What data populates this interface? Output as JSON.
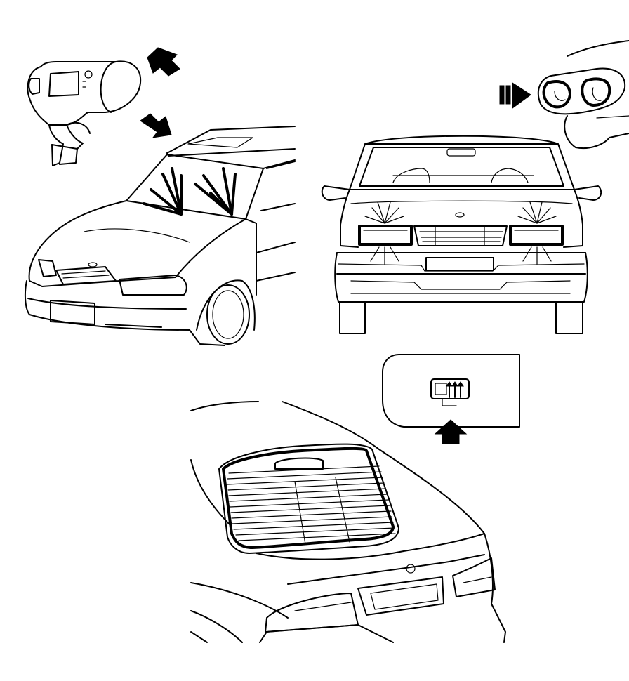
{
  "figure": {
    "description_role": "owner-manual-illustration",
    "panels": [
      {
        "id": "front-wiper-washer",
        "elements": [
          "wiper-stalk",
          "up-arrow",
          "down-arrow",
          "car-three-quarter-view",
          "windscreen-spray-jets"
        ]
      },
      {
        "id": "headlamp-washer",
        "elements": [
          "push-arrow",
          "stalk-end-button",
          "car-front-view",
          "headlamp-spray-jets"
        ]
      },
      {
        "id": "rear-window-heater",
        "elements": [
          "heater-switch-panel",
          "rear-window-heater-icon",
          "up-arrow",
          "car-rear-view",
          "heated-rear-window-grid"
        ]
      }
    ]
  },
  "icons": {
    "rear_window_heater": "rear-window-defrost-icon",
    "arrows": "solid-black-arrow"
  },
  "colors": {
    "ink": "#000000",
    "paper": "#ffffff"
  }
}
